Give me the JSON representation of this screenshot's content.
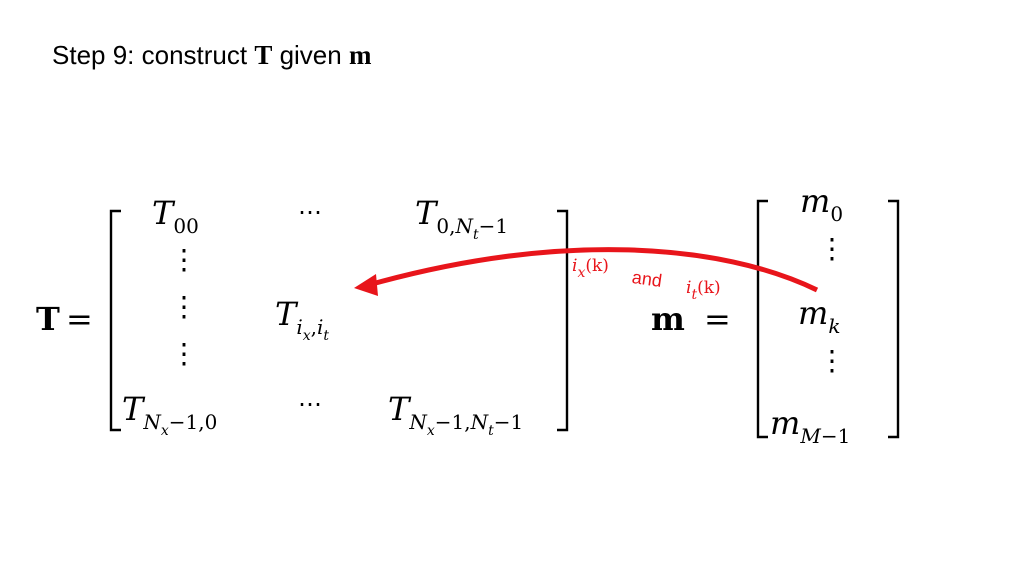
{
  "title": {
    "prefix": "Step 9: construct ",
    "T": "T",
    "middle": " given ",
    "m": "m"
  },
  "matrix_T": {
    "label": "T",
    "equals": "=",
    "cells": {
      "r0c0": {
        "base": "T",
        "sub": "00"
      },
      "r0c1": "⋯",
      "r0c2": {
        "base": "T",
        "sub_a": "0,",
        "sub_N": "N",
        "sub_t": "t",
        "sub_b": "−1"
      },
      "ivx": {
        "base": "T",
        "sub_i1": "i",
        "sub_x": "x",
        "comma": ",",
        "sub_i2": "i",
        "sub_t": "t"
      },
      "vdots": "⋮",
      "r3c0": {
        "base": "T",
        "sub_N": "N",
        "sub_x": "x",
        "sub_b": "−1,0"
      },
      "r3c1": "⋯",
      "r3c2": {
        "base": "T",
        "sub_N1": "N",
        "sub_x": "x",
        "sub_mid": "−1,",
        "sub_N2": "N",
        "sub_t": "t",
        "sub_b": "−1"
      }
    }
  },
  "vector_m": {
    "label": "m",
    "equals": "=",
    "m0": {
      "base": "m",
      "sub": "0"
    },
    "mk": {
      "base": "m",
      "sub": "k"
    },
    "mlast": {
      "base": "m",
      "sub": "M−1"
    },
    "vdots": "⋮"
  },
  "annotation": {
    "ix_base": "i",
    "ix_sub": "x",
    "ix_arg": "(k)",
    "and": "and",
    "it_base": "i",
    "it_sub": "t",
    "it_arg": "(k)",
    "color": "#e8151b"
  }
}
